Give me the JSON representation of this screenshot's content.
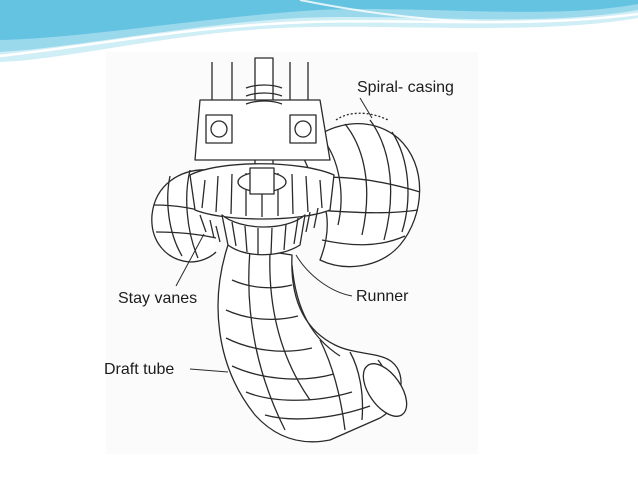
{
  "slide": {
    "header_colors": {
      "light": "#cfeef6",
      "mid": "#9ad8ec",
      "deep": "#5cbfe0",
      "line": "#ffffff"
    }
  },
  "diagram": {
    "labels": {
      "spiral_casing": "Spiral- casing",
      "stay_vanes": "Stay vanes",
      "runner": "Runner",
      "draft_tube": "Draft tube"
    },
    "line_color": "#2a2a2a"
  }
}
